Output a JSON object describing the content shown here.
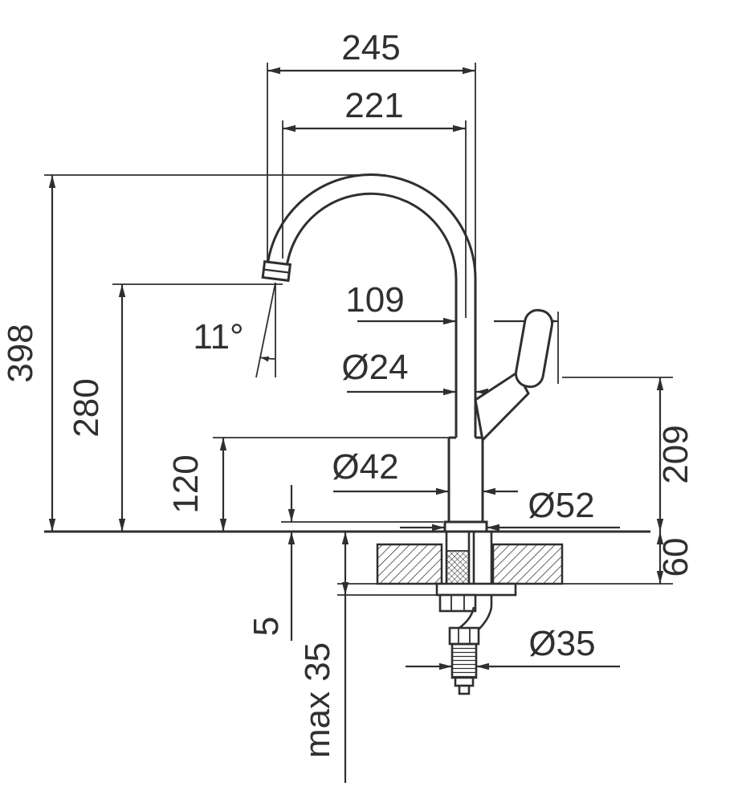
{
  "meta": {
    "background": "#ffffff",
    "line_color": "#2f2f2f",
    "text_color": "#303030"
  },
  "drawing": {
    "subject": "single-lever kitchen faucet - dimensioned side elevation",
    "labels": {
      "overall_width": "245",
      "spout_reach": "221",
      "overall_height": "398",
      "spout_height": "280",
      "body_height": "120",
      "spout_angle": "11°",
      "handle_offset": "109",
      "spout_tube_diameter": "Ø24",
      "body_diameter": "Ø42",
      "base_diameter": "Ø52",
      "handle_height": "209",
      "counter_section_depth": "60",
      "shank_diameter": "Ø35",
      "base_plate_height": "5",
      "max_mounting_thickness": "max 35"
    }
  }
}
